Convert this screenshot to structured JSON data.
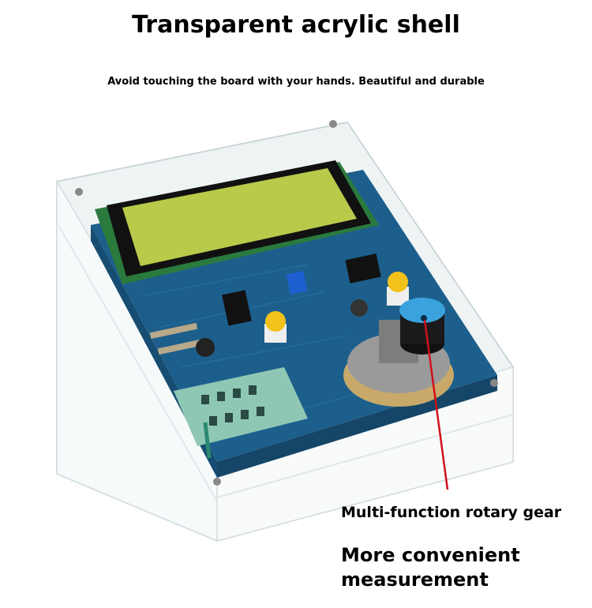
{
  "header": {
    "title": "Transparent acrylic shell",
    "subtitle": "Avoid touching the board with your hands. Beautiful and durable"
  },
  "annotation": {
    "callout": "Multi-function rotary gear",
    "tagline_line1": "More convenient",
    "tagline_line2": "measurement"
  },
  "colors": {
    "pcb": "#1d5f8c",
    "lcd": "#b9c94a",
    "acrylic_edge": "#d9e3e6",
    "knob_cap": "#3aa3dd",
    "pointer_line": "#d0101a",
    "socket": "#8fc7b5",
    "button": "#f2c21a"
  },
  "icons": [
    "rotary-knob-icon",
    "lcd-display-icon",
    "zif-socket-icon"
  ]
}
